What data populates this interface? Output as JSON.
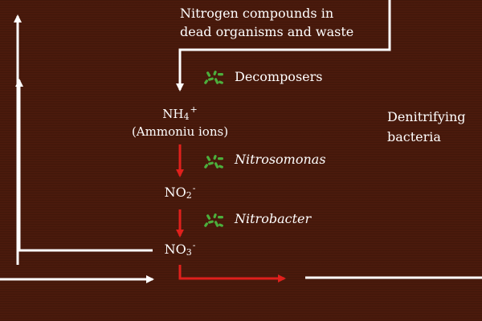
{
  "colors": {
    "background": "#4a1a0c",
    "white_arrow": "#ffffff",
    "red_arrow": "#e0201c",
    "bacteria_green": "#4caf3c"
  },
  "top_label": {
    "line1": "Nitrogen compounds in",
    "line2": "dead organisms and waste"
  },
  "decomposers_label": "Decomposers",
  "ammonium": {
    "base": "NH",
    "sub": "4",
    "sup": "+",
    "name": "(Ammoniu ions)"
  },
  "nitrosomonas_label": "Nitrosomonas",
  "nitrite": {
    "base": "NO",
    "sub": "2",
    "sup": "-"
  },
  "nitrobacter_label": "Nitrobacter",
  "nitrate": {
    "base": "NO",
    "sub": "3",
    "sup": "-"
  },
  "denitrifying": {
    "line1": "Denitrifying",
    "line2": "bacteria"
  },
  "icons": {
    "bacteria": "bacteria-cluster-icon"
  }
}
